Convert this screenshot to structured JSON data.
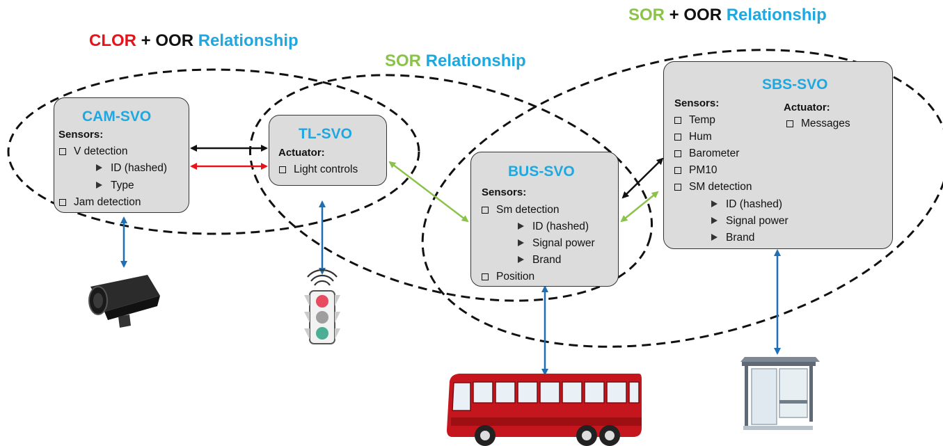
{
  "headings": {
    "left": {
      "part1": "CLOR",
      "plus": " + ",
      "part2": "OOR",
      "part3": " Relationship"
    },
    "middle": {
      "part1": "SOR",
      "part2": " Relationship"
    },
    "right": {
      "part1": "SOR",
      "plus": " + ",
      "part2": "OOR",
      "part3": " Relationship"
    }
  },
  "cam": {
    "title": "CAM-SVO",
    "sensors_label": "Sensors:",
    "items": [
      "V detection",
      "Jam detection"
    ],
    "subitems": [
      "ID (hashed)",
      "Type"
    ]
  },
  "tl": {
    "title": "TL-SVO",
    "actuator_label": "Actuator:",
    "items": [
      "Light controls"
    ]
  },
  "bus": {
    "title": "BUS-SVO",
    "sensors_label": "Sensors:",
    "items": [
      "Sm detection",
      "Position"
    ],
    "subitems": [
      "ID (hashed)",
      "Signal power",
      "Brand"
    ]
  },
  "sbs": {
    "title": "SBS-SVO",
    "sensors_label": "Sensors:",
    "actuator_label": "Actuator:",
    "actuator_items": [
      "Messages"
    ],
    "items": [
      "Temp",
      "Hum",
      "Barometer",
      "PM10",
      "SM detection"
    ],
    "subitems": [
      "ID (hashed)",
      "Signal power",
      "Brand"
    ]
  },
  "colors": {
    "title_blue": "#1fa8e0",
    "clor_red": "#e8121b",
    "sor_green": "#8bc34a",
    "link_blue": "#1f6fb5",
    "box_fill": "#dcdcdc"
  },
  "icons": [
    "cctv-camera-icon",
    "traffic-light-icon",
    "bus-icon",
    "bus-stop-icon"
  ]
}
